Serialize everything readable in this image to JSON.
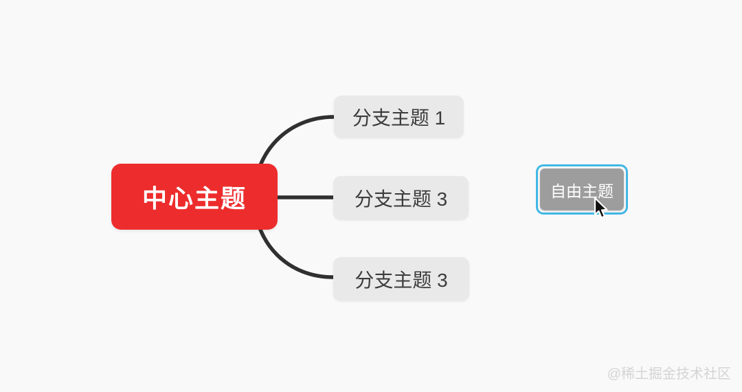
{
  "canvas": {
    "background_color": "#f9f9f9"
  },
  "mindmap": {
    "central_topic": {
      "label": "中心主题",
      "bg_color": "#ed2d2d",
      "text_color": "#ffffff"
    },
    "branches": [
      {
        "label": "分支主题 1"
      },
      {
        "label": "分支主题 3"
      },
      {
        "label": "分支主题 3"
      }
    ],
    "branch_style": {
      "bg_color": "#e9e9e9",
      "text_color": "#3c3c3c"
    },
    "free_topic": {
      "label": "自由主题",
      "bg_color": "#9d9d9d",
      "text_color": "#ffffff",
      "selected": true,
      "selection_color": "#41b7e5"
    },
    "connector_color": "#303030"
  },
  "cursor": {
    "type": "arrow-pointer"
  },
  "watermark": {
    "text": "@稀土掘金技术社区",
    "color": "#d4d4d4"
  }
}
